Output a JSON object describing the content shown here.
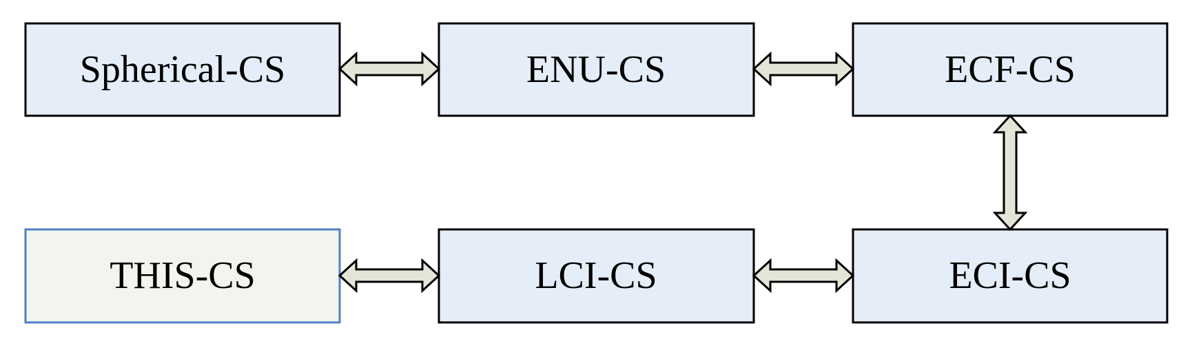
{
  "diagram": {
    "nodes": {
      "spherical": {
        "label": "Spherical-CS"
      },
      "enu": {
        "label": "ENU-CS"
      },
      "ecf": {
        "label": "ECF-CS"
      },
      "this": {
        "label": "THIS-CS"
      },
      "lci": {
        "label": "LCI-CS"
      },
      "eci": {
        "label": "ECI-CS"
      }
    },
    "colors": {
      "box_fill": "#e5edf8",
      "box_stroke": "#000000",
      "highlight_fill": "#f2f5ef",
      "highlight_stroke": "#4f7fc3",
      "arrow_fill": "#e3e6d6",
      "arrow_stroke": "#000000"
    },
    "connections": [
      {
        "from": "spherical",
        "to": "enu",
        "type": "bidirectional"
      },
      {
        "from": "enu",
        "to": "ecf",
        "type": "bidirectional"
      },
      {
        "from": "ecf",
        "to": "eci",
        "type": "bidirectional"
      },
      {
        "from": "this",
        "to": "lci",
        "type": "bidirectional"
      },
      {
        "from": "lci",
        "to": "eci",
        "type": "bidirectional"
      }
    ]
  }
}
